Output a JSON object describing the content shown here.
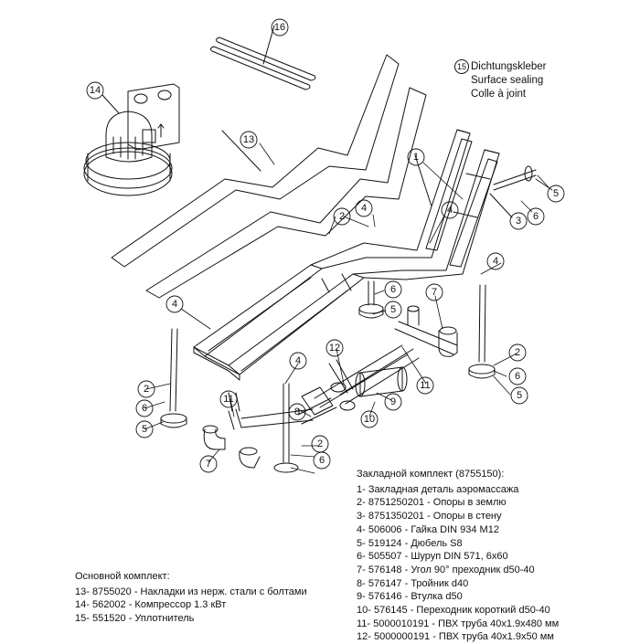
{
  "sealing_note": {
    "number": "15",
    "lines": [
      "Dichtungskleber",
      "Surface sealing",
      "Colle à joint"
    ]
  },
  "callouts": [
    {
      "id": "c1",
      "number": "1"
    },
    {
      "id": "c2a",
      "number": "2"
    },
    {
      "id": "c2b",
      "number": "2"
    },
    {
      "id": "c2c",
      "number": "2"
    },
    {
      "id": "c2d",
      "number": "2"
    },
    {
      "id": "c3",
      "number": "3"
    },
    {
      "id": "c4a",
      "number": "4"
    },
    {
      "id": "c4b",
      "number": "4"
    },
    {
      "id": "c4c",
      "number": "4"
    },
    {
      "id": "c4d",
      "number": "4"
    },
    {
      "id": "c4e",
      "number": "4"
    },
    {
      "id": "c5a",
      "number": "5"
    },
    {
      "id": "c5b",
      "number": "5"
    },
    {
      "id": "c5c",
      "number": "5"
    },
    {
      "id": "c5d",
      "number": "5"
    },
    {
      "id": "c6a",
      "number": "6"
    },
    {
      "id": "c6b",
      "number": "6"
    },
    {
      "id": "c6c",
      "number": "6"
    },
    {
      "id": "c6d",
      "number": "6"
    },
    {
      "id": "c6e",
      "number": "6"
    },
    {
      "id": "c7a",
      "number": "7"
    },
    {
      "id": "c7b",
      "number": "7"
    },
    {
      "id": "c8",
      "number": "8"
    },
    {
      "id": "c9",
      "number": "9"
    },
    {
      "id": "c10",
      "number": "10"
    },
    {
      "id": "c11a",
      "number": "11"
    },
    {
      "id": "c11b",
      "number": "11"
    },
    {
      "id": "c12",
      "number": "12"
    },
    {
      "id": "c13",
      "number": "13"
    },
    {
      "id": "c14",
      "number": "14"
    },
    {
      "id": "c16",
      "number": "16"
    }
  ],
  "legend_embed": {
    "title": "Закладной комплект (8755150):",
    "items": [
      "1- Закладная деталь аэромассажа",
      "2- 8751250201 - Опоры в землю",
      "3- 8751350201 - Опоры в стену",
      "4- 506006 - Гайка DIN 934 M12",
      "5- 519124 - Дюбель S8",
      "6- 505507 - Шуруп DIN 571, 6x60",
      "7- 576148 - Угол 90° преходник d50-40",
      "8- 576147 - Тройник d40",
      "9- 576146 - Втулка d50",
      "10- 576145 - Переходник короткий d50-40",
      "11- 5000010191 - ПВХ труба 40x1.9x480 мм",
      "12- 5000000191 - ПВХ труба 40x1.9x50 мм"
    ]
  },
  "legend_basic": {
    "title": "Основной комплект:",
    "items": [
      "13- 8755020 - Накладки из нерж. стали с болтами",
      "14- 562002 - Компрессор 1.3 кВт",
      "15- 551520 - Уплотнитель"
    ]
  }
}
